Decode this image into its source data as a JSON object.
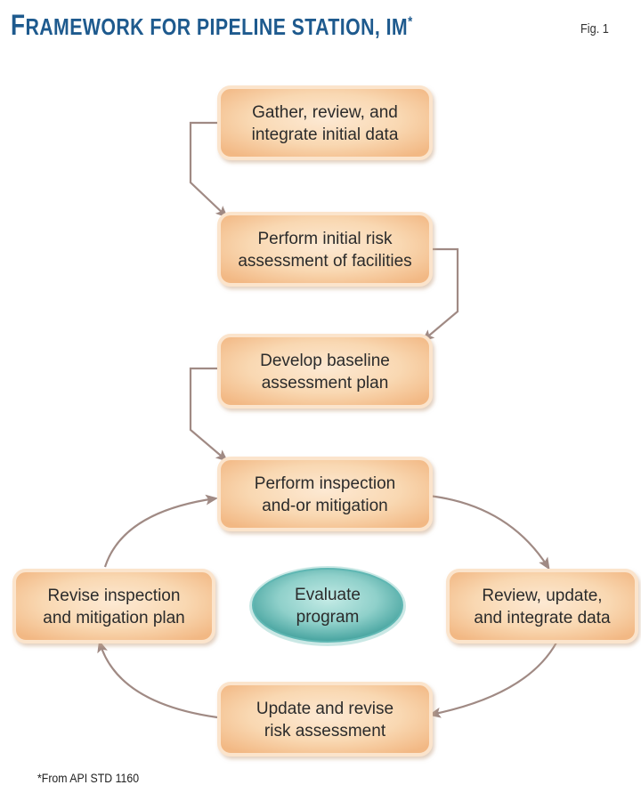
{
  "title": {
    "first": "F",
    "rest": "RAMEWORK FOR PIPELINE STATION, IM",
    "suffix": "*"
  },
  "fig_label": "Fig. 1",
  "footnote": "*From API STD 1160",
  "nodes": [
    {
      "id": "gather",
      "lines": [
        "Gather, review, and",
        "integrate initial data"
      ]
    },
    {
      "id": "risk-initial",
      "lines": [
        "Perform initial risk",
        "assessment of facilities"
      ]
    },
    {
      "id": "baseline",
      "lines": [
        "Develop baseline",
        "assessment plan"
      ]
    },
    {
      "id": "inspection",
      "lines": [
        "Perform inspection",
        "and-or mitigation"
      ]
    },
    {
      "id": "review",
      "lines": [
        "Review, update,",
        "and integrate data"
      ]
    },
    {
      "id": "update-risk",
      "lines": [
        "Update and revise",
        "risk assessment"
      ]
    },
    {
      "id": "revise-plan",
      "lines": [
        "Revise inspection",
        "and mitigation plan"
      ]
    },
    {
      "id": "evaluate",
      "lines": [
        "Evaluate",
        "program"
      ]
    }
  ],
  "colors": {
    "title": "#1e5a8e",
    "box_fill": "#f6c99c",
    "box_highlight": "#fde9d3",
    "box_border": "#fbe4cc",
    "arrow": "#a08a84",
    "ellipse_outer": "#5fb7b3",
    "ellipse_inner": "#a8dcd6"
  }
}
